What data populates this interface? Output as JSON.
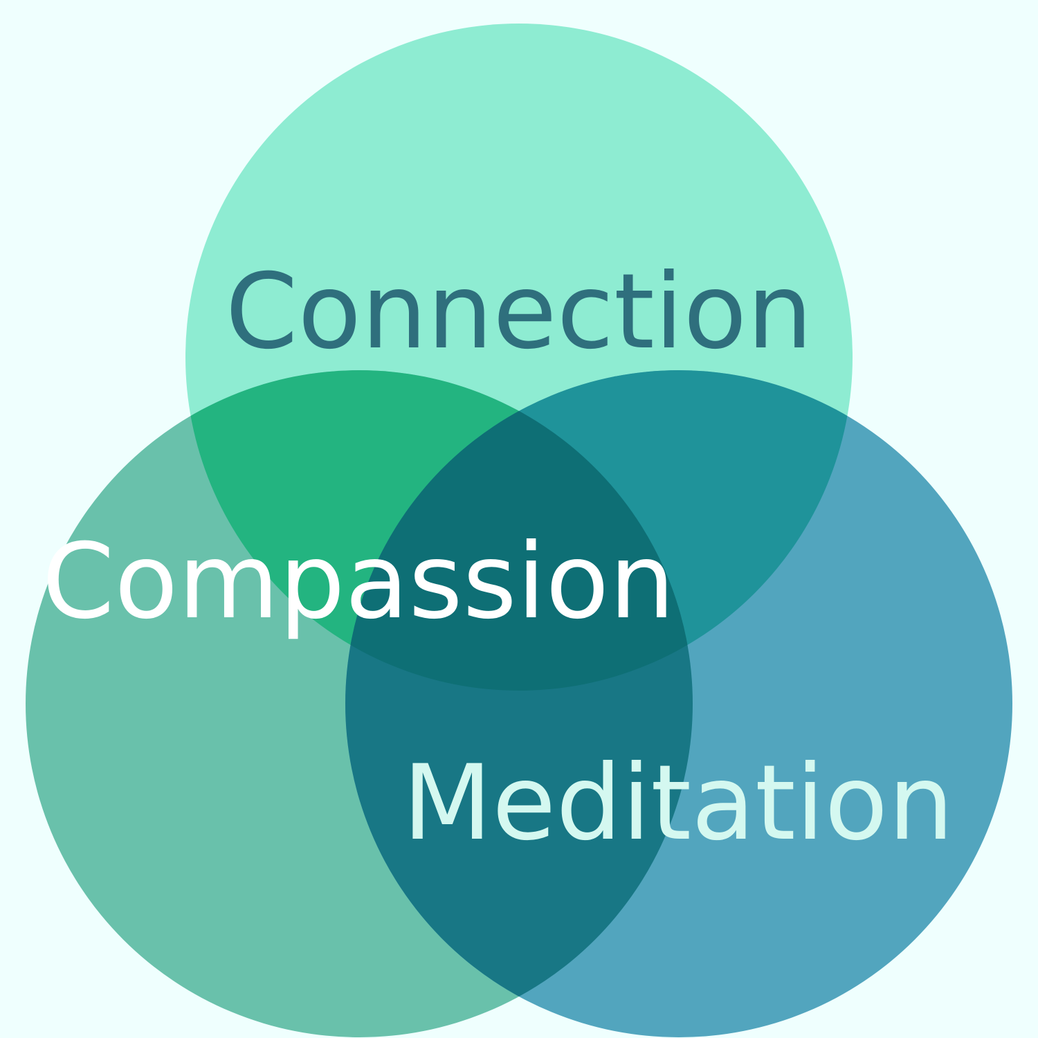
{
  "diagram": {
    "type": "venn",
    "background": "#effffe",
    "sets": [
      {
        "id": "connection",
        "label": "Connection",
        "fill": "#8eecd2",
        "label_color": "#2f6f7d"
      },
      {
        "id": "compassion",
        "label": "Compassion",
        "fill": "#69c1ab",
        "label_color": "#ffffff"
      },
      {
        "id": "meditation",
        "label": "Meditation",
        "fill": "#52a5be",
        "label_color": "#d4f8f0"
      }
    ],
    "overlaps": [
      {
        "sets": [
          "connection",
          "compassion"
        ],
        "fill": "#23b480"
      },
      {
        "sets": [
          "connection",
          "meditation"
        ],
        "fill": "#1f939a"
      },
      {
        "sets": [
          "compassion",
          "meditation"
        ],
        "fill": "#187785"
      },
      {
        "sets": [
          "connection",
          "compassion",
          "meditation"
        ],
        "fill": "#0e6f75"
      }
    ]
  }
}
